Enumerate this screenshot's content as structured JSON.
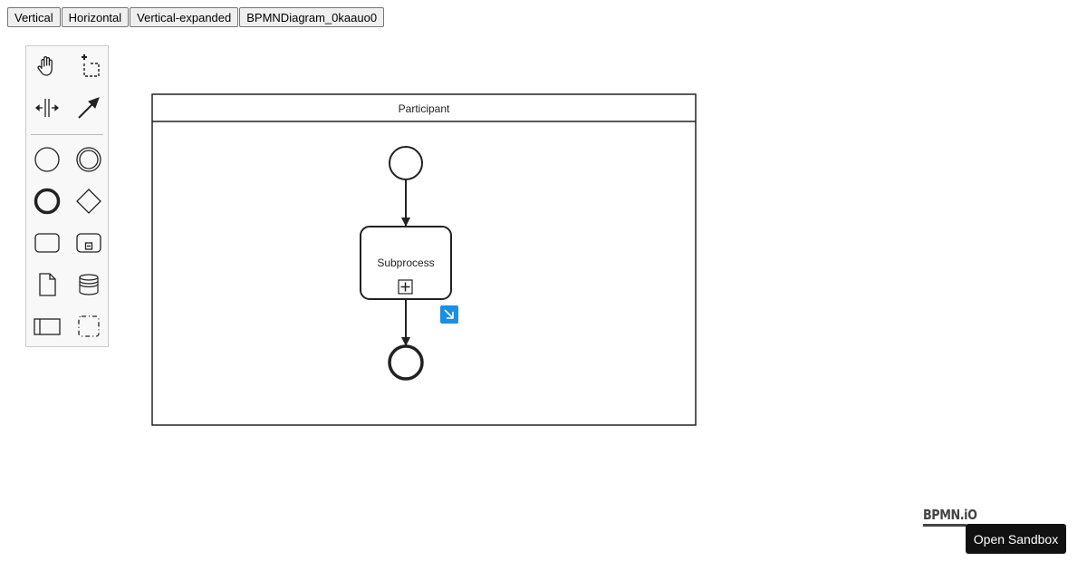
{
  "toolbar": {
    "buttons": [
      "Vertical",
      "Horizontal",
      "Vertical-expanded",
      "BPMNDiagram_0kaauo0"
    ]
  },
  "palette": {
    "tools": [
      {
        "name": "hand-tool",
        "icon": "hand-icon"
      },
      {
        "name": "lasso-tool",
        "icon": "lasso-icon"
      },
      {
        "name": "space-tool",
        "icon": "space-icon"
      },
      {
        "name": "global-connect-tool",
        "icon": "connect-arrow-icon"
      },
      {
        "name": "create-start-event",
        "icon": "start-event-icon"
      },
      {
        "name": "create-intermediate-event",
        "icon": "intermediate-event-icon"
      },
      {
        "name": "create-end-event",
        "icon": "end-event-icon"
      },
      {
        "name": "create-gateway",
        "icon": "gateway-icon"
      },
      {
        "name": "create-task",
        "icon": "task-icon"
      },
      {
        "name": "create-subprocess",
        "icon": "subprocess-icon"
      },
      {
        "name": "create-data-object",
        "icon": "data-object-icon"
      },
      {
        "name": "create-data-store",
        "icon": "data-store-icon"
      },
      {
        "name": "create-participant",
        "icon": "participant-icon"
      },
      {
        "name": "create-group",
        "icon": "group-icon"
      }
    ]
  },
  "diagram": {
    "participant_label": "Participant",
    "subprocess_label": "Subprocess"
  },
  "branding": {
    "logo_text": "BPMN.iO",
    "sandbox_label": "Open Sandbox"
  },
  "colors": {
    "accent": "#1a8fe3",
    "stroke": "#222222"
  }
}
